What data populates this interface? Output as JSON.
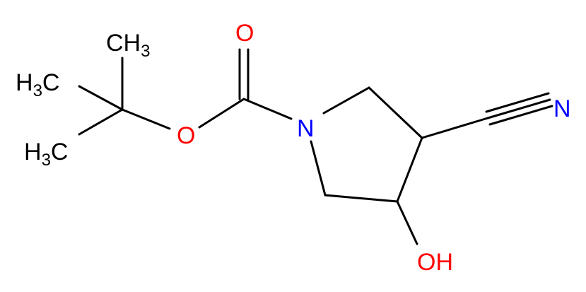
{
  "colors": {
    "bond": "#000000",
    "oxygen": "#ff0000",
    "nitrogen": "#0000ff",
    "carbon_label": "#000000"
  },
  "atoms": {
    "ch3_top": {
      "main": "CH",
      "sub": "3"
    },
    "ch3_left_upper": {
      "main": "H",
      "sub": "3",
      "tail": "C"
    },
    "ch3_left_lower": {
      "main": "H",
      "sub": "3",
      "tail": "C"
    },
    "carbonyl_oxygen": "O",
    "ester_oxygen": "O",
    "ring_nitrogen": "N",
    "nitrile_nitrogen": "N",
    "hydroxyl": "OH"
  }
}
